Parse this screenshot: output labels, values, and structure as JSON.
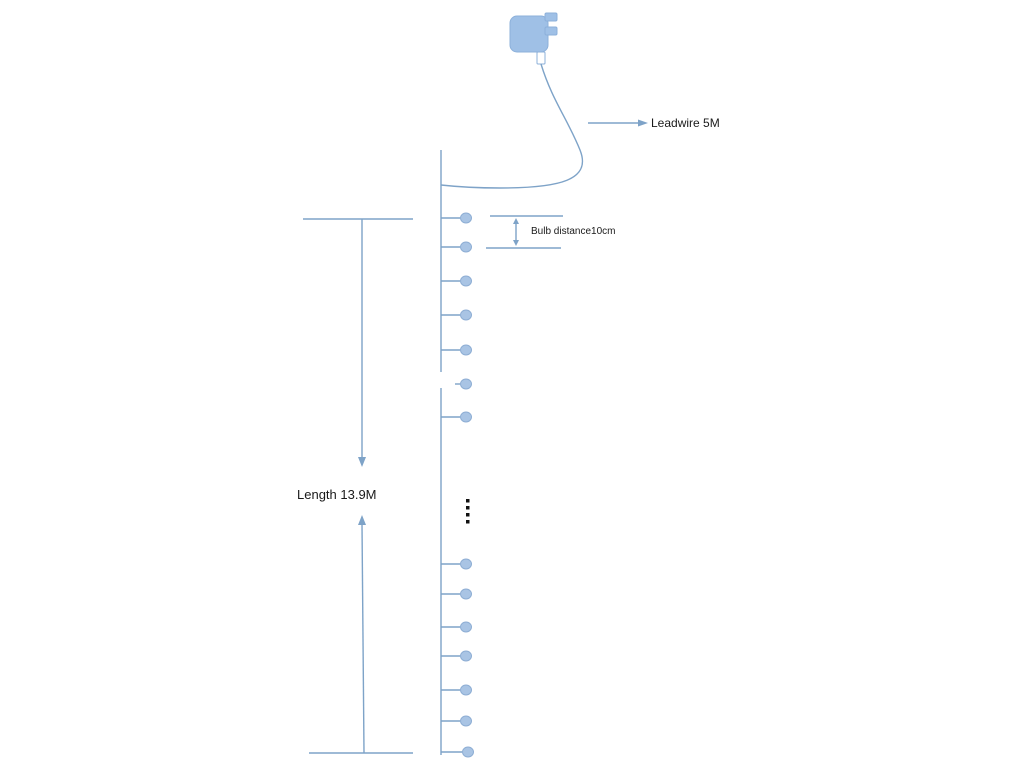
{
  "labels": {
    "lead_wire": "Leadwire 5M",
    "bulb_distance": "Bulb distance10cm",
    "length": "Length 13.9M"
  },
  "icons": {
    "adapter": "power-adapter-icon"
  },
  "bulbs": {
    "count_shown": 14,
    "color": "#a9c4e4"
  },
  "colors": {
    "line": "#7ea3c8",
    "bulb": "#a9c4e4",
    "adapter": "#9fc0e6"
  }
}
